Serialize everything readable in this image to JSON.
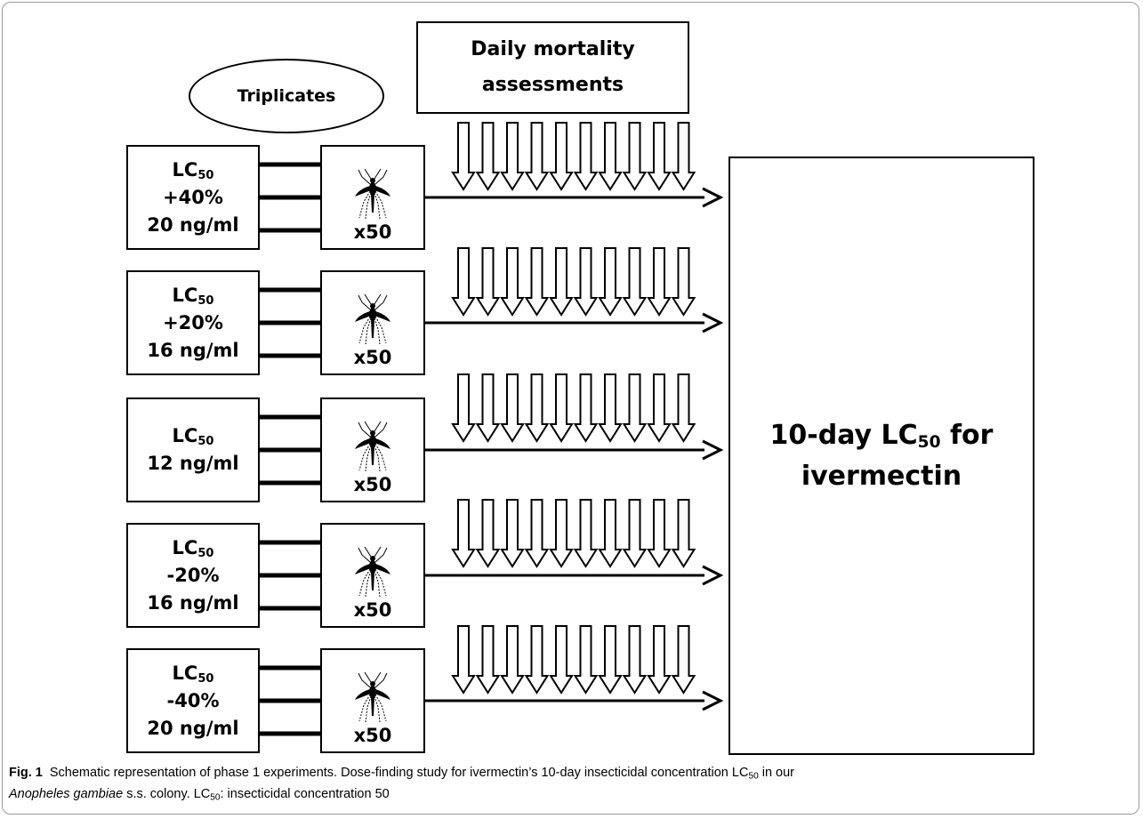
{
  "header": {
    "oval_label": "Triplicates",
    "mortality_line1": "Daily mortality",
    "mortality_line2": "assessments"
  },
  "groups": [
    {
      "lc_main": "LC",
      "lc_sub": "50",
      "modifier": "+40%",
      "concentration": "20 ng/ml",
      "count": "x50"
    },
    {
      "lc_main": "LC",
      "lc_sub": "50",
      "modifier": "+20%",
      "concentration": "16 ng/ml",
      "count": "x50"
    },
    {
      "lc_main": "LC",
      "lc_sub": "50",
      "modifier": "",
      "concentration": "12 ng/ml",
      "count": "x50"
    },
    {
      "lc_main": "LC",
      "lc_sub": "50",
      "modifier": "-20%",
      "concentration": "16 ng/ml",
      "count": "x50"
    },
    {
      "lc_main": "LC",
      "lc_sub": "50",
      "modifier": "-40%",
      "concentration": "20 ng/ml",
      "count": "x50"
    }
  ],
  "daily_arrows_per_row": 10,
  "result": {
    "line1_prefix": "10-day LC",
    "line1_sub": "50",
    "line1_suffix": " for",
    "line2": "ivermectin"
  },
  "caption": {
    "label": "Fig. 1",
    "text1": "Schematic representation of phase 1 experiments. Dose-finding study for ivermectin’s 10-day insecticidal concentration LC",
    "sub1": "50",
    "text2": " in our",
    "italic": "Anopheles gambiae",
    "text3": " s.s. colony. LC",
    "sub2": "50",
    "text4": ": insecticidal concentration 50"
  },
  "icons": {
    "mosquito": "mosquito-icon",
    "down_arrow": "down-arrow-icon"
  },
  "colors": {
    "ink": "#000000",
    "frame": "#9a9a9a"
  }
}
